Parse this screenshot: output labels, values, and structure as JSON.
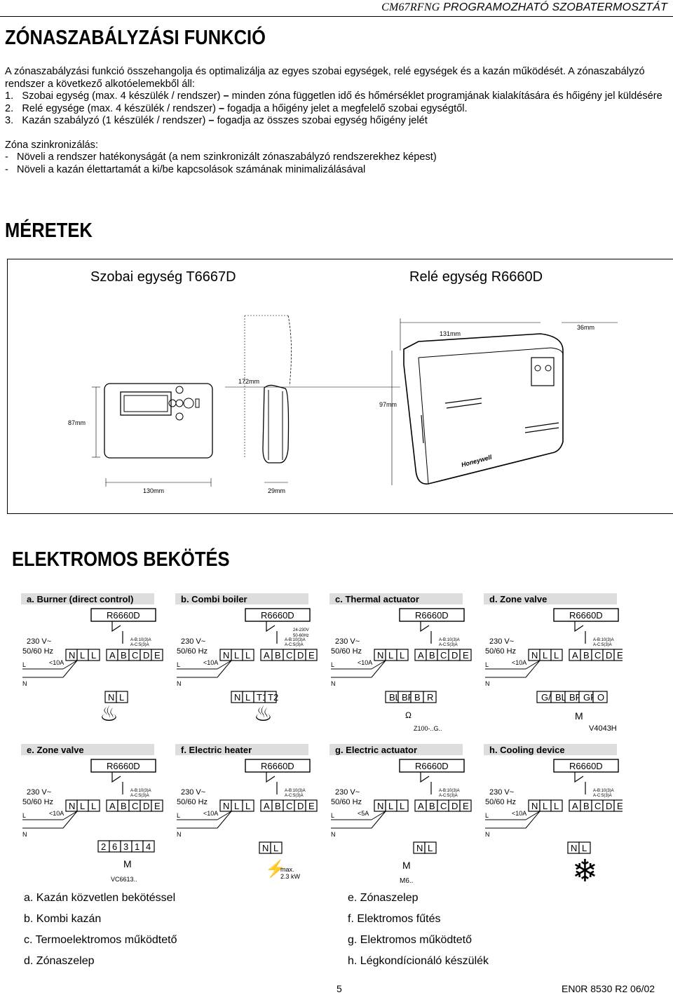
{
  "header": {
    "model": "CM67RFNG",
    "title": "PROGRAMOZHATÓ SZOBATERMOSZTÁT"
  },
  "section1": {
    "title": "ZÓNASZABÁLYZÁSI FUNKCIÓ",
    "intro": "A zónaszabályzási funkció összehangolja és optimalizálja az egyes szobai egységek, relé egységek és a kazán működését. A zónaszabályzó rendszer a következő alkotóelemekből áll:",
    "items": [
      {
        "num": "1.",
        "head": "Szobai egység (max. 4 készülék / rendszer)",
        "dash": " – ",
        "text": "minden zóna független idő és hőmérséklet programjának kialakítására és hőigény jel küldésére"
      },
      {
        "num": "2.",
        "head": "Relé egysége (max. 4 készülék / rendszer)",
        "dash": " – ",
        "text": "fogadja a hőigény jelet a megfelelő szobai egységtől."
      },
      {
        "num": "3.",
        "head": "Kazán szabályzó (1 készülék / rendszer)",
        "dash": " – ",
        "text": "fogadja az összes szobai egység hőigény jelét"
      }
    ],
    "sync_title": "Zóna szinkronizálás:",
    "sync_items": [
      "-   Növeli a rendszer hatékonyságát (a nem szinkronizált zónaszabályzó rendszerekhez képest)",
      "-   Növeli a kazán élettartamát a ki/be kapcsolások számának minimalizálásával"
    ]
  },
  "section2": {
    "title": "MÉRETEK",
    "room_unit_caption": "Szobai egység T6667D",
    "relay_unit_caption": "Relé egység R6660D",
    "dims": {
      "room_height": "87mm",
      "room_width": "130mm",
      "room_depth": "29mm",
      "relay_width": "131mm",
      "relay_depth": "36mm",
      "relay_length": "172mm",
      "relay_height": "97mm"
    },
    "brand": "Honeywell"
  },
  "section3": {
    "title": "ELEKTROMOS BEKÖTÉS",
    "diagrams": [
      {
        "title": "a. Burner (direct control)"
      },
      {
        "title": "b. Combi boiler"
      },
      {
        "title": "c. Thermal actuator"
      },
      {
        "title": "d. Zone valve"
      },
      {
        "title": "e. Zone valve"
      },
      {
        "title": "f. Electric heater"
      },
      {
        "title": "g. Electric actuator"
      },
      {
        "title": "h. Cooling device"
      }
    ],
    "common": {
      "relay": "R6660D",
      "supply": "230 V~",
      "freq": "50/60 Hz",
      "fuse": "<10A",
      "fuse_g": "<5A",
      "terminals": [
        "N",
        "L",
        "L",
        "A",
        "B",
        "C",
        "D",
        "E"
      ],
      "rating": "A-B:10(3)A",
      "rating2": "A-C:5(3)A",
      "rating_b1": "24-230V",
      "rating_b2": "50-60Hz",
      "line_l": "L",
      "line_n": "N"
    },
    "extras": {
      "b_terms": [
        "N",
        "L",
        "T1",
        "T2"
      ],
      "c_terms": [
        "BL",
        "BR",
        "B",
        "R"
      ],
      "c_omega": "Ω",
      "c_part": "Z100-..G..",
      "d_terms": [
        "G/Y",
        "BL",
        "BR",
        "GR",
        "O"
      ],
      "d_part": "V4043H",
      "m": "M",
      "e_terms": [
        "2",
        "6",
        "3",
        "1",
        "4"
      ],
      "e_part": "VC6613..",
      "f_max1": "max.",
      "f_max2": "2.3 kW",
      "g_part": "M6.."
    },
    "legend": [
      "a. Kazán közvetlen bekötéssel",
      "b. Kombi kazán",
      "c. Termoelektromos működtető",
      "d. Zónaszelep",
      "e. Zónaszelep",
      "f. Elektromos fűtés",
      "g. Elektromos működtető",
      "h. Légkondícionáló készülék"
    ]
  },
  "footer": {
    "page": "5",
    "code": "EN0R 8530 R2 06/02"
  }
}
